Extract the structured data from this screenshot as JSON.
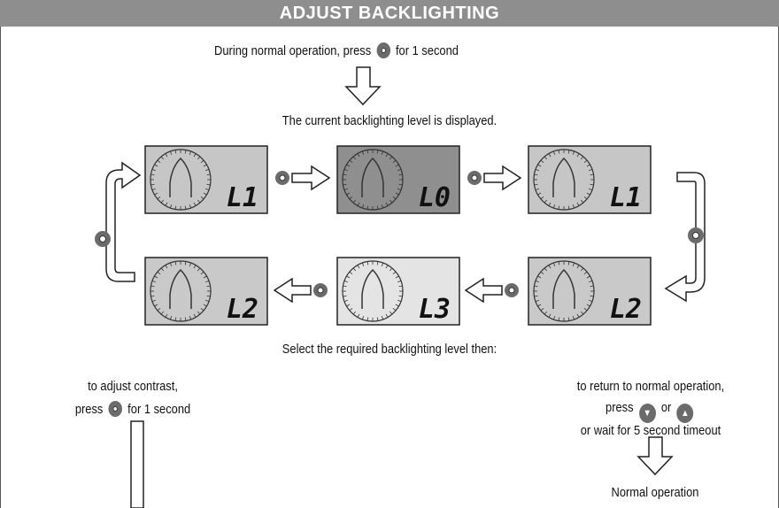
{
  "header": {
    "title": "ADJUST BACKLIGHTING"
  },
  "intro": {
    "before": "During normal operation, press",
    "after": "for 1 second",
    "result": "The current backlighting level is displayed."
  },
  "levels": [
    {
      "label": "L1",
      "shade": "#c6c6c6"
    },
    {
      "label": "L0",
      "shade": "#8f8f8f"
    },
    {
      "label": "L1",
      "shade": "#c6c6c6"
    },
    {
      "label": "L2",
      "shade": "#c9c9c9"
    },
    {
      "label": "L3",
      "shade": "#e4e4e4"
    },
    {
      "label": "L2",
      "shade": "#c9c9c9"
    }
  ],
  "select_text": "Select the required backlighting level then:",
  "contrast": {
    "line1": "to adjust contrast,",
    "press": "press",
    "after": "for 1 second"
  },
  "return": {
    "line1": "to return to normal operation,",
    "press": "press",
    "or": "or",
    "down_icon": "▼",
    "up_icon": "▲",
    "line3": "or wait for 5 second timeout",
    "result": "Normal operation"
  },
  "colors": {
    "header_bg": "#8e8e8e",
    "button": "#6b6b6b"
  }
}
